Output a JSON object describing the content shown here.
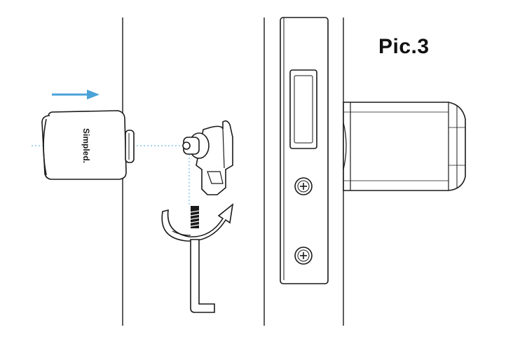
{
  "figure": {
    "title": "Pic.3",
    "brand": "Simpled."
  },
  "colors": {
    "line": "#1a1a1a",
    "arrow": "#4aa3d8",
    "guide": "#6cb9e6",
    "background": "#ffffff"
  },
  "icons": [
    "push-direction-arrow",
    "knob",
    "cam-adapter",
    "set-screw",
    "rotation-arrow",
    "hex-key",
    "lock-faceplate",
    "screw-icon",
    "cylinder-body"
  ]
}
